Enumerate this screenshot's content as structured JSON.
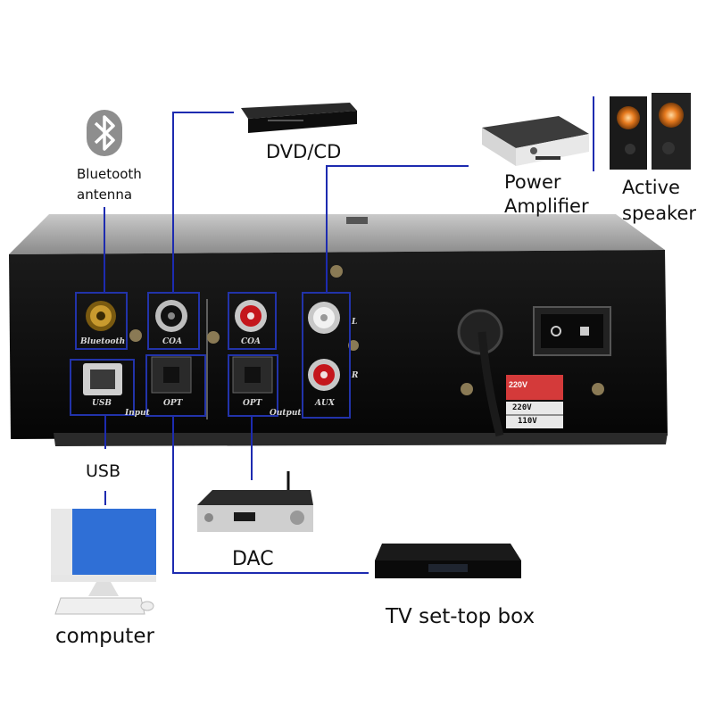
{
  "colors": {
    "connector_line": "#1d2bb0",
    "device_body": "#0d0d0d",
    "ports_label": "#d9d9d9"
  },
  "devices": {
    "bluetooth": {
      "label_line1": "Bluetooth",
      "label_line2": "antenna",
      "icon": "bluetooth-icon"
    },
    "dvd": {
      "label": "DVD/CD",
      "icon": "dvd-player-icon"
    },
    "power_amp": {
      "label_line1": "Power",
      "label_line2": "Amplifier",
      "icon": "amplifier-icon"
    },
    "active_speaker": {
      "label_line1": "Active",
      "label_line2": "speaker",
      "icon": "speaker-icon"
    },
    "usb": {
      "label": "USB"
    },
    "computer": {
      "label": "computer",
      "icon": "computer-icon"
    },
    "dac": {
      "label": "DAC",
      "icon": "dac-icon"
    },
    "tv_box": {
      "label": "TV set-top box",
      "icon": "set-top-box-icon"
    }
  },
  "panel": {
    "port_labels": {
      "bluetooth": "Bluetooth",
      "coa_in": "COA",
      "coa_out": "COA",
      "usb": "USB",
      "opt_in": "OPT",
      "opt_out": "OPT",
      "aux": "AUX",
      "input": "Input",
      "output": "Output",
      "left": "L",
      "right": "R"
    },
    "voltage": {
      "v220": "220V",
      "v110": "110V",
      "switch": "220V"
    }
  }
}
